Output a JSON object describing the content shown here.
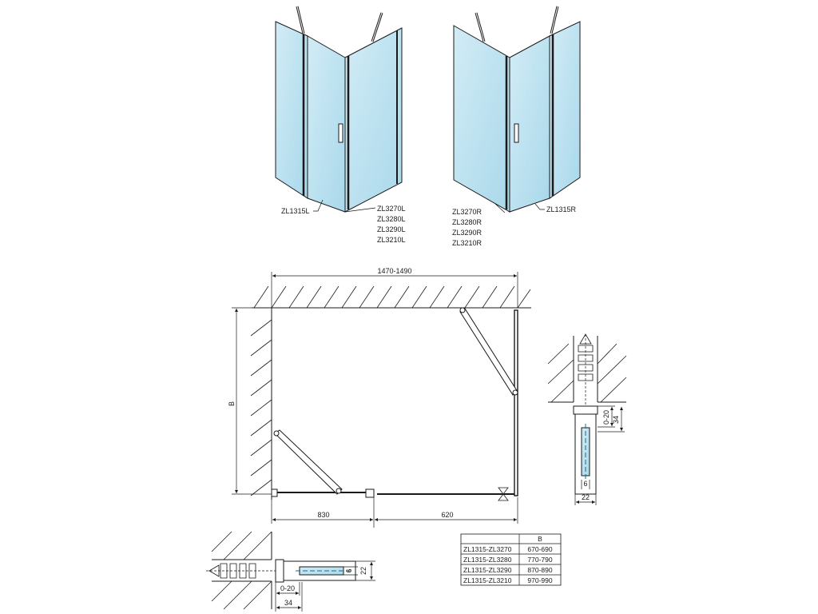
{
  "left_view": {
    "side_label": "ZL1315L",
    "door_labels": [
      "ZL3270L",
      "ZL3280L",
      "ZL3290L",
      "ZL3210L"
    ]
  },
  "right_view": {
    "side_label": "ZL1315R",
    "door_labels": [
      "ZL3270R",
      "ZL3280R",
      "ZL3290R",
      "ZL3210R"
    ]
  },
  "plan": {
    "width_range": "1470-1490",
    "depth_label": "B",
    "left_segment": "830",
    "right_segment": "620"
  },
  "detail_right": {
    "adjust": "0-20",
    "depth": "34",
    "glass": "6",
    "width": "22"
  },
  "detail_bottom": {
    "adjust": "0-20",
    "depth": "34",
    "glass": "6",
    "width": "22"
  },
  "table": {
    "header": [
      "",
      "B"
    ],
    "rows": [
      [
        "ZL1315-ZL3270",
        "670-690"
      ],
      [
        "ZL1315-ZL3280",
        "770-790"
      ],
      [
        "ZL1315-ZL3290",
        "870-890"
      ],
      [
        "ZL1315-ZL3210",
        "970-990"
      ]
    ]
  }
}
